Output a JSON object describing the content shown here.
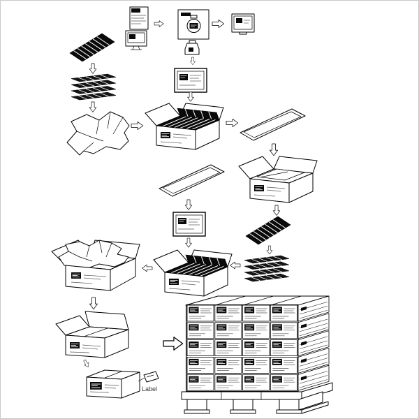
{
  "canvas": {
    "background": "#ffffff",
    "ink": "#000000",
    "scribble": "#555555"
  },
  "labels": {
    "tag_caption": "Label"
  },
  "pallet": {
    "columns": 4,
    "rows": 5
  }
}
